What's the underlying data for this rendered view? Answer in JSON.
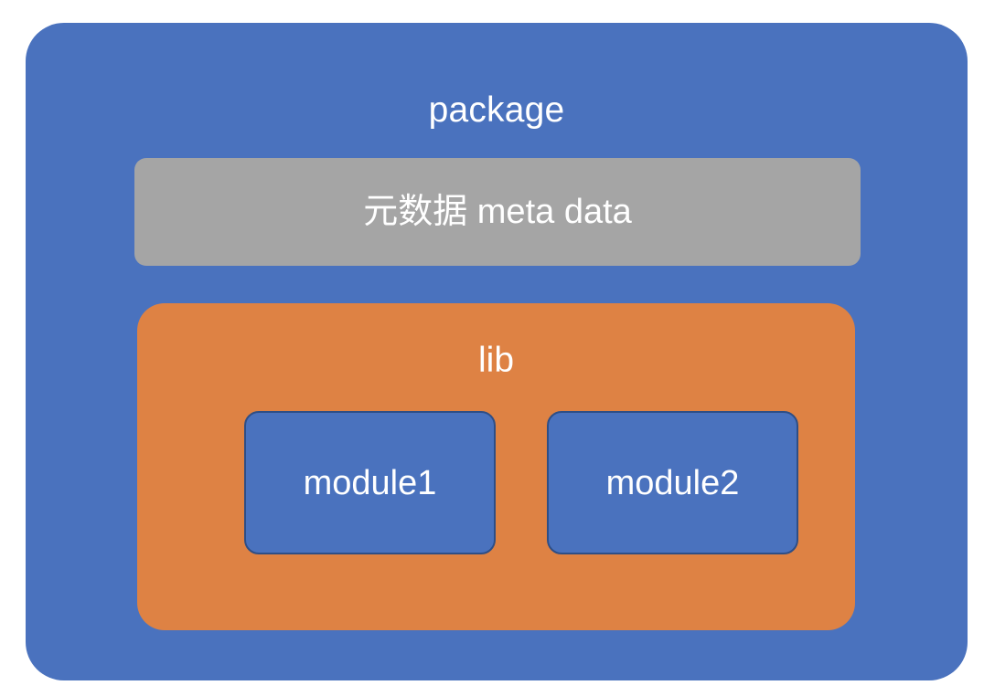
{
  "diagram": {
    "type": "nested-container-diagram",
    "background_color": "#ffffff",
    "package": {
      "label": "package",
      "fill_color": "#4a72be",
      "text_color": "#ffffff",
      "metadata": {
        "label": "元数据 meta data",
        "fill_color": "#a5a5a5",
        "text_color": "#ffffff"
      },
      "lib": {
        "label": "lib",
        "fill_color": "#de8244",
        "text_color": "#ffffff",
        "modules": [
          {
            "label": "module1",
            "fill_color": "#4a72be",
            "border_color": "#2e4e86",
            "text_color": "#ffffff"
          },
          {
            "label": "module2",
            "fill_color": "#4a72be",
            "border_color": "#2e4e86",
            "text_color": "#ffffff"
          }
        ]
      }
    }
  }
}
